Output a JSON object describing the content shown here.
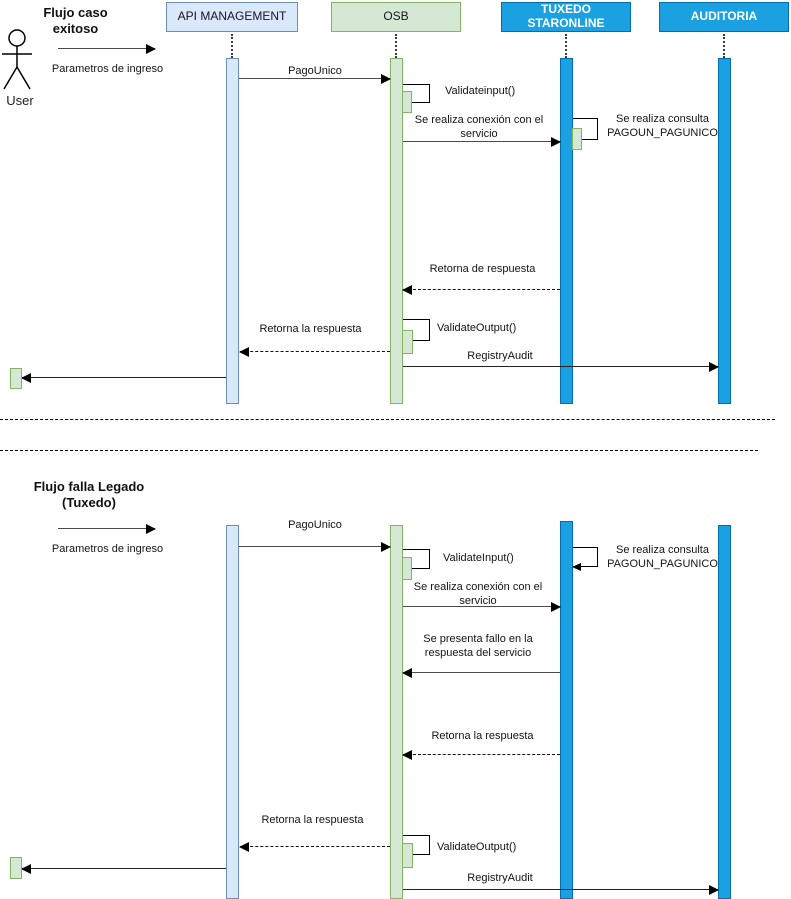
{
  "colors": {
    "api_fill": "#dae8fc",
    "api_border": "#6c8ebf",
    "osb_fill": "#d5e8d4",
    "osb_border": "#82b366",
    "service_fill": "#1ba1e2",
    "service_border": "#006eaf",
    "activation_fill": "#d5e8d4",
    "activation_border": "#82b366"
  },
  "lifelines": {
    "api": "API MANAGEMENT",
    "osb": "OSB",
    "tuxedo": "TUXEDO STARONLINE",
    "auditoria": "AUDITORIA"
  },
  "actor": {
    "label": "User"
  },
  "section1": {
    "title": "Flujo caso exitoso",
    "ingress": "Parametros de ingreso",
    "msg_pago_unico": "PagoUnico",
    "msg_validate_input": "Validateinput()",
    "msg_conexion": "Se realiza conexión con el servicio",
    "msg_consulta": "Se realiza consulta PAGOUN_PAGUNICO",
    "msg_retorna_de_respuesta": "Retorna de respuesta",
    "msg_retorna_la_respuesta": "Retorna la respuesta",
    "msg_validate_output": "ValidateOutput()",
    "msg_registry_audit": "RegistryAudit"
  },
  "section2": {
    "title": "Flujo falla Legado (Tuxedo)",
    "ingress": "Parametros de ingreso",
    "msg_pago_unico": "PagoUnico",
    "msg_validate_input": "ValidateInput()",
    "msg_consulta": "Se realiza consulta PAGOUN_PAGUNICO",
    "msg_conexion": "Se realiza conexión con el servicio",
    "msg_fallo": "Se presenta fallo en la respuesta del servicio",
    "msg_retorna_la_respuesta_osb": "Retorna la respuesta",
    "msg_retorna_la_respuesta_api": "Retorna la respuesta",
    "msg_validate_output": "ValidateOutput()",
    "msg_registry_audit": "RegistryAudit"
  }
}
